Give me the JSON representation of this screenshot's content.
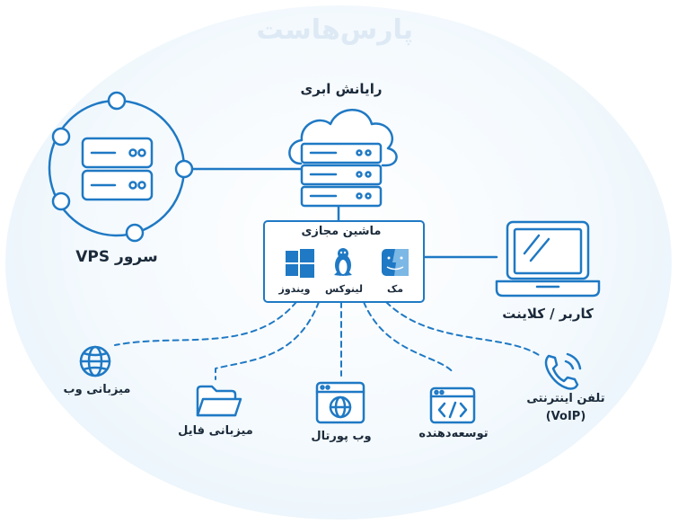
{
  "logo": "پارس‌هاست",
  "cloud_label": "رایانش ابری",
  "vm": {
    "title": "ماشین مجازی",
    "os": [
      {
        "label": "مک",
        "icon": "mac-finder-icon"
      },
      {
        "label": "لینوکس",
        "icon": "linux-tux-icon"
      },
      {
        "label": "ویندوز",
        "icon": "windows-icon"
      }
    ]
  },
  "vps_label": "سرور VPS",
  "client_label": "کاربر / کلاینت",
  "services": {
    "web_hosting": "میزبانی وب",
    "file_hosting": "میزبانی فایل",
    "web_portal": "وب پورتال",
    "developer": "توسعه‌دهنده",
    "voip": "تلفن اینترنتی",
    "voip_sub": "(VoIP)"
  },
  "colors": {
    "primary": "#1f79c4",
    "text": "#1b2a3a",
    "background_glow": "#e1f0fa"
  }
}
